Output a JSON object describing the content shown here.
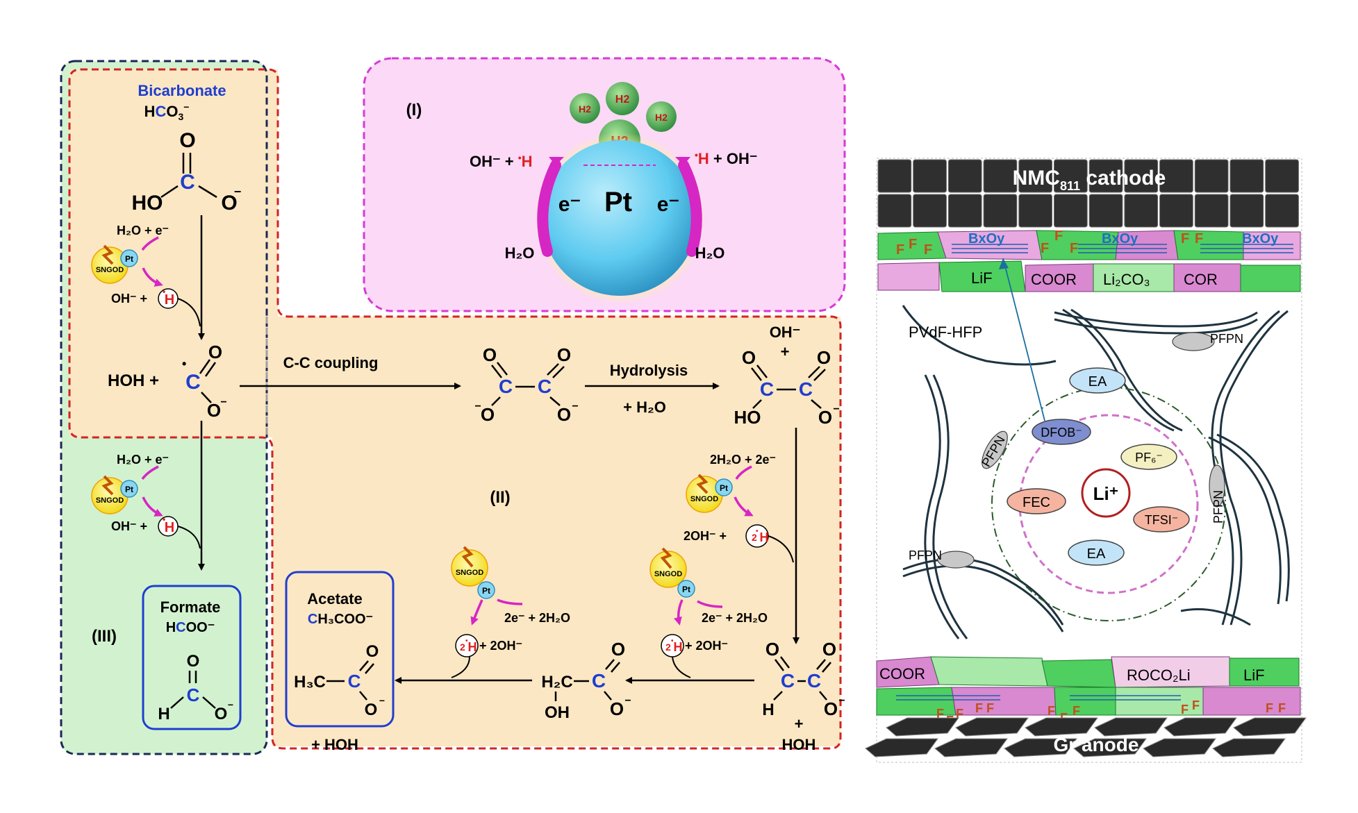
{
  "left": {
    "bicarbonate": {
      "name": "Bicarbonate",
      "formula_h": "H",
      "formula_c": "C",
      "formula_rest": "O",
      "formula_sub": "3",
      "formula_sup": "−"
    },
    "o": "O",
    "c": "C",
    "ho": "HO",
    "minus": "−",
    "h2o_e": "H₂O + e⁻",
    "oh_plus": "OH⁻ + ",
    "h": "H",
    "dot": "•",
    "sngod": "SNGOD",
    "pt": "Pt",
    "hoh_plus": "HOH +",
    "cc_coupling": "C-C coupling",
    "hydrolysis": "Hydrolysis",
    "plus_h2o": "+ H₂O",
    "oh_minus_top": "OH⁻",
    "plus": "+",
    "h2": "H",
    "h2_sub": "2",
    "twoh2o_2e": "2H₂O + 2e⁻",
    "twooh_plus": "2OH⁻ + ",
    "two_h": "2",
    "e2_2h2o": "2e⁻ + 2H₂O",
    "plus_2oh": "+ 2OH⁻",
    "roman_i": "(I)",
    "roman_ii": "(II)",
    "roman_iii": "(III)",
    "pt_big": "Pt",
    "e_minus": "e⁻",
    "oh_h_left": "OH⁻ + ",
    "h_oh_right": " + OH⁻",
    "h2o": "H₂O",
    "formate": "Formate",
    "formate_formula_h": "H",
    "formate_formula_c": "C",
    "formate_formula_rest": "OO⁻",
    "acetate": "Acetate",
    "acetate_formula_c": "C",
    "acetate_formula_rest": "H₃COO⁻",
    "h_letter": "H",
    "h3c": "H₃C",
    "h2c": "H₂C",
    "oh": "OH",
    "plus_hoh": "+ HOH",
    "hoh": "HOH"
  },
  "right": {
    "cathode": "NMC",
    "cathode_sub": "811",
    "cathode_rest": " cathode",
    "anode": "Gr anode",
    "f": "F",
    "bxoy": "BxOy",
    "lif": "LiF",
    "coor": "COOR",
    "li2co3": "Li₂CO₃",
    "cor": "COR",
    "roco2li": "ROCO₂Li",
    "pvdf": "PVdF-HFP",
    "pfpn": "PFPN",
    "ea": "EA",
    "dfob": "DFOB⁻",
    "pf6": "PF₆⁻",
    "fec": "FEC",
    "li": "Li⁺",
    "tfsi": "TFSI⁻"
  },
  "colors": {
    "beige": "#fbe7c3",
    "green": "#d2f2cf",
    "pink": "#fbd9f7",
    "red_dash": "#d22323",
    "navy_dash": "#1b2757",
    "magenta_dash": "#d63ad6",
    "blue": "#1f3ed0",
    "red": "#e02020",
    "magenta": "#d626c4",
    "sngod": "#f6e63a",
    "pt_sphere": "#5ecbf0"
  }
}
